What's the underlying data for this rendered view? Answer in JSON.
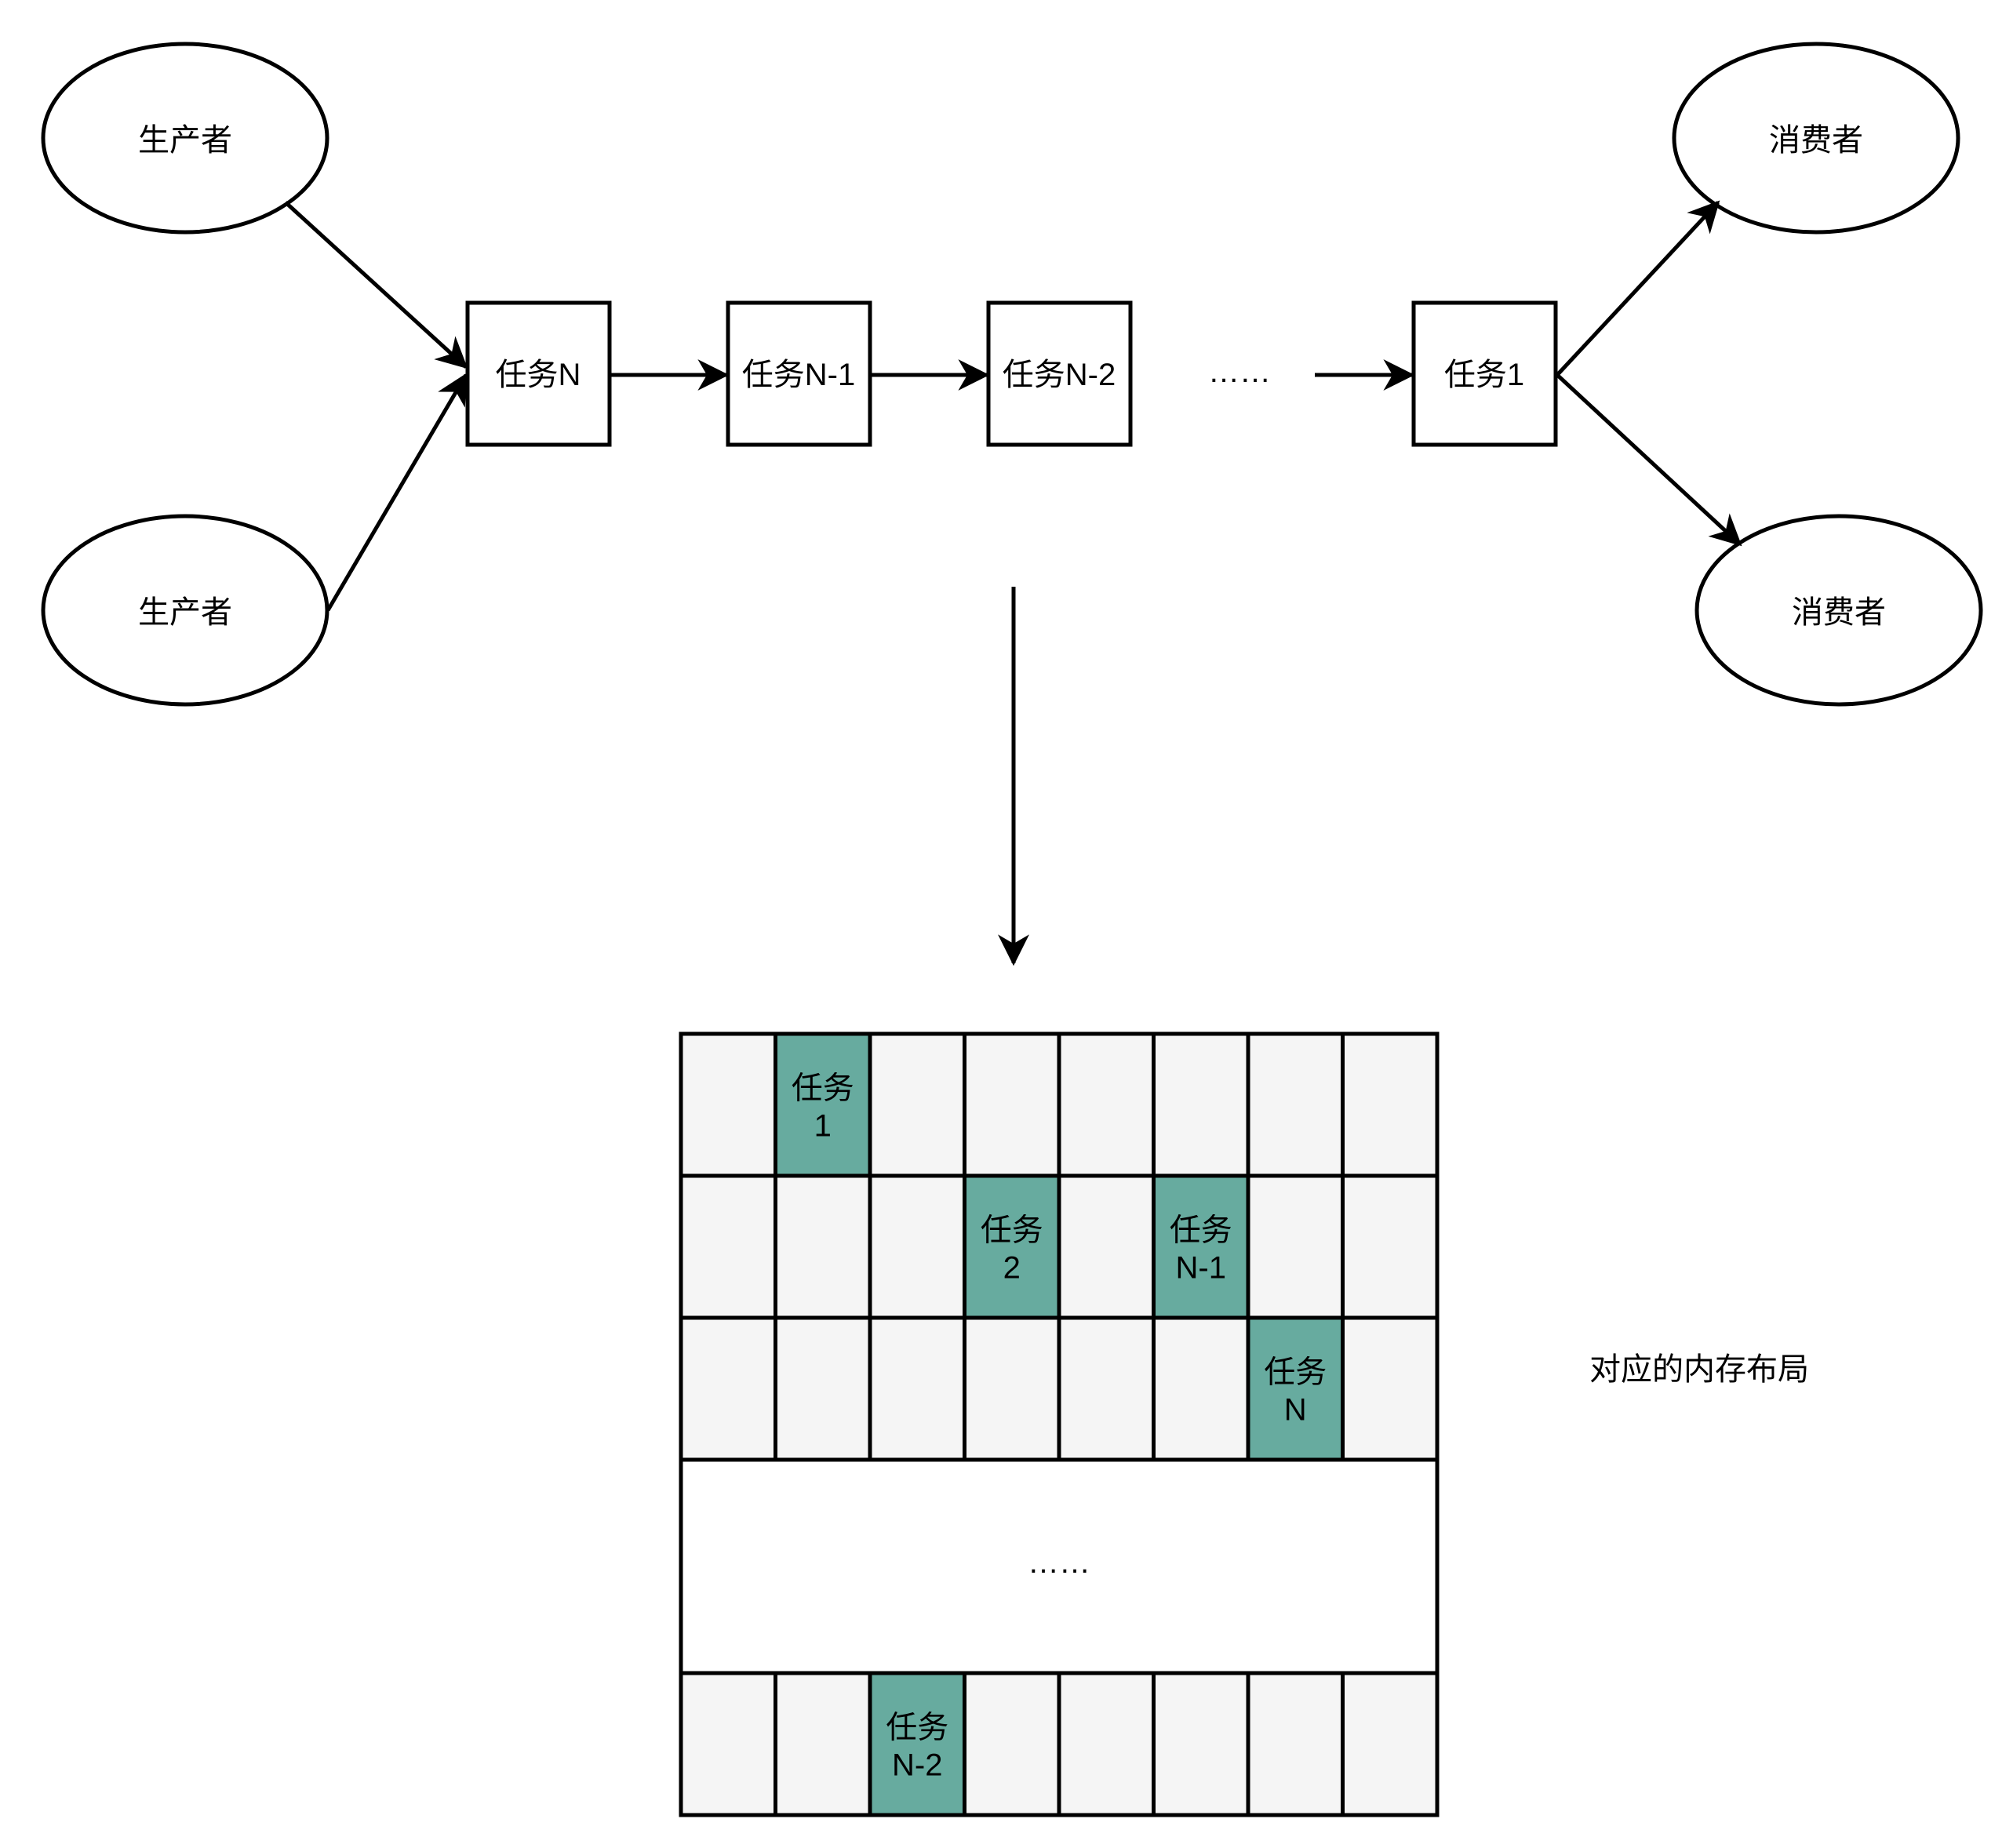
{
  "producers": [
    "生产者",
    "生产者"
  ],
  "consumers": [
    "消费者",
    "消费者"
  ],
  "queue": {
    "tasks": [
      "任务N",
      "任务N-1",
      "任务N-2",
      "任务1"
    ],
    "ellipsis": "……"
  },
  "memory": {
    "caption": "对应的内存布局",
    "gap_ellipsis": "……",
    "cells": [
      {
        "row": 1,
        "col": 2,
        "line1": "任务",
        "line2": "1"
      },
      {
        "row": 2,
        "col": 4,
        "line1": "任务",
        "line2": "2"
      },
      {
        "row": 2,
        "col": 6,
        "line1": "任务",
        "line2": "N-1"
      },
      {
        "row": 3,
        "col": 7,
        "line1": "任务",
        "line2": "N"
      },
      {
        "row": 5,
        "col": 3,
        "line1": "任务",
        "line2": "N-2"
      }
    ]
  },
  "colors": {
    "stroke": "#000000",
    "cell_fill": "#f5f5f5",
    "task_fill": "#67ab9f",
    "background": "#ffffff"
  }
}
